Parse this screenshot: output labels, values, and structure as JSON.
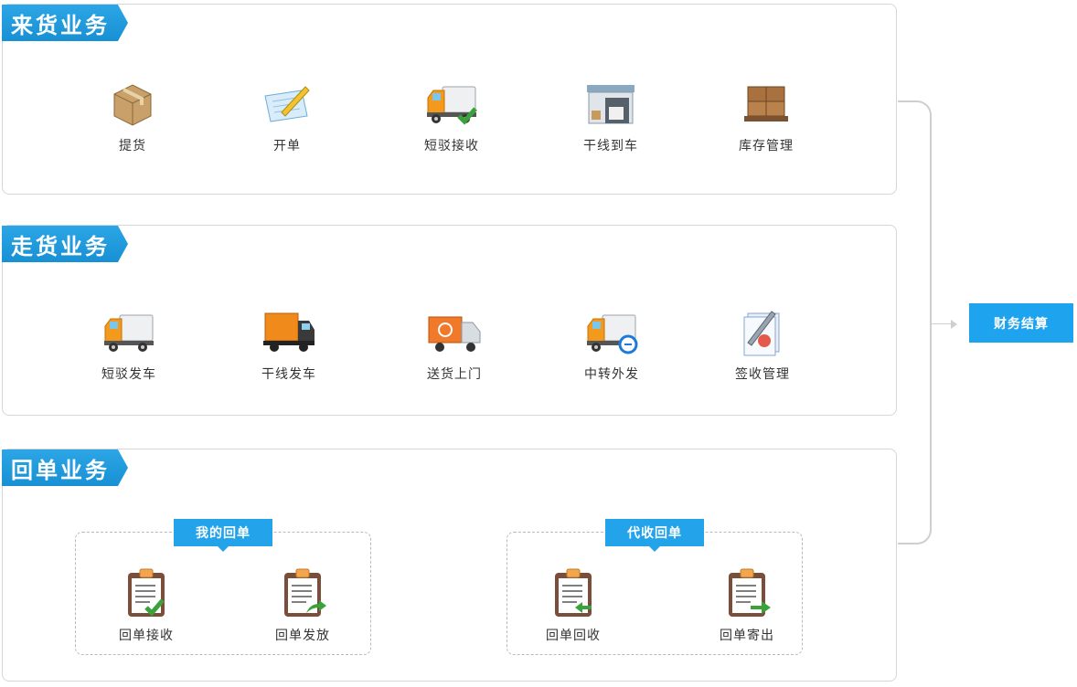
{
  "sections": {
    "incoming": {
      "title": "来货业务",
      "items": [
        {
          "label": "提货",
          "icon": "package-box-icon"
        },
        {
          "label": "开单",
          "icon": "pencil-document-icon"
        },
        {
          "label": "短驳接收",
          "icon": "truck-check-icon"
        },
        {
          "label": "干线到车",
          "icon": "warehouse-truck-icon"
        },
        {
          "label": "库存管理",
          "icon": "pallet-boxes-icon"
        }
      ]
    },
    "outgoing": {
      "title": "走货业务",
      "items": [
        {
          "label": "短驳发车",
          "icon": "truck-icon"
        },
        {
          "label": "干线发车",
          "icon": "cargo-truck-icon"
        },
        {
          "label": "送货上门",
          "icon": "delivery-truck-icon"
        },
        {
          "label": "中转外发",
          "icon": "truck-refresh-icon"
        },
        {
          "label": "签收管理",
          "icon": "signed-documents-icon"
        }
      ]
    },
    "receipt": {
      "title": "回单业务",
      "groups": [
        {
          "title": "我的回单",
          "items": [
            {
              "label": "回单接收",
              "icon": "clipboard-check-icon"
            },
            {
              "label": "回单发放",
              "icon": "clipboard-arrow-icon"
            }
          ]
        },
        {
          "title": "代收回单",
          "items": [
            {
              "label": "回单回收",
              "icon": "clipboard-recycle-icon"
            },
            {
              "label": "回单寄出",
              "icon": "clipboard-send-icon"
            }
          ]
        }
      ]
    }
  },
  "finance": {
    "label": "财务结算"
  },
  "colors": {
    "accent": "#1ea3ee",
    "border": "#d6d6d6",
    "connector": "#cfcfcf"
  }
}
